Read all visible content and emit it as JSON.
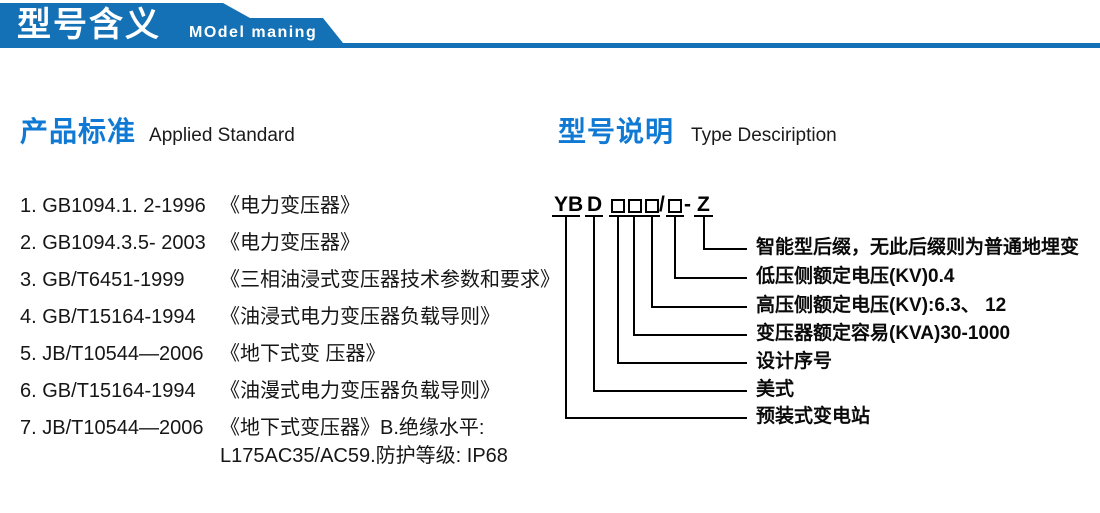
{
  "banner": {
    "title": "型号含义",
    "subtitle": "MOdel maning",
    "color": "#1571b5"
  },
  "colors": {
    "heading_blue": "#0f79d3",
    "text_black": "#161616"
  },
  "left": {
    "heading_zh": "产品标准",
    "heading_en": "Applied Standard",
    "items": [
      {
        "code": "1. GB1094.1. 2-1996",
        "title": "《电力变压器》"
      },
      {
        "code": "2. GB1094.3.5- 2003",
        "title": "《电力变压器》"
      },
      {
        "code": "3. GB/T6451-1999",
        "title": "《三相油浸式变压器技术参数和要求》"
      },
      {
        "code": "4. GB/T15164-1994",
        "title": "《油浸式电力变压器负载导则》"
      },
      {
        "code": "5. JB/T10544—2006",
        "title": "《地下式变 压器》"
      },
      {
        "code": "6. GB/T15164-1994",
        "title": "《油漫式电力变压器负载导则》"
      },
      {
        "code": "7. JB/T10544—2006",
        "title": "《地下式变压器》B.绝缘水平:"
      }
    ],
    "continuation": "L175AC35/AC59.防护等级: IP68"
  },
  "right": {
    "heading_zh": "型号说明",
    "heading_en": "Type Desciription",
    "segments": [
      "YB",
      "D",
      "□",
      "□",
      "□",
      "/",
      "□",
      "-",
      "Z"
    ],
    "labels": [
      "智能型后缀，无此后缀则为普通地埋变",
      "低压侧额定电压(KV)0.4",
      "高压侧额定电压(KV):6.3、 12",
      "变压器额定容易(KVA)30-1000",
      "设计序号",
      "美式",
      "预装式变电站"
    ]
  }
}
